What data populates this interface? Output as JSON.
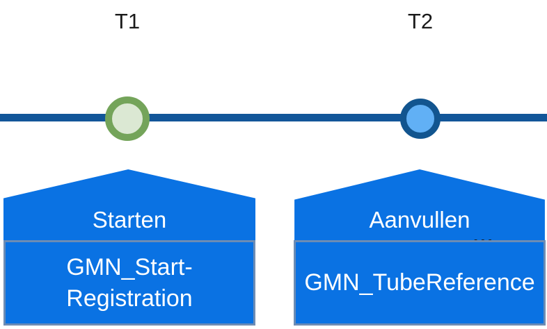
{
  "diagram": {
    "type": "timeline",
    "background_color": "#ffffff",
    "timeline": {
      "name": "registration-timeline",
      "line_color": "#125699"
    },
    "milestones": [
      {
        "id": "t1",
        "label": "T1",
        "marker_style": "green-ring-circle",
        "ring_color": "#74a45a",
        "fill_color": "#dbe8d3"
      },
      {
        "id": "t2",
        "label": "T2",
        "marker_style": "blue-ring-circle",
        "ring_color": "#12558f",
        "fill_color": "#61b0f5"
      }
    ],
    "documents": [
      {
        "id": "doc-start",
        "action_label": "Starten",
        "ellipsis": "",
        "message_label": "GMN_Start-Registration",
        "fill_color": "#0a72e3",
        "border_color": "#6d8cb4",
        "text_color": "#ffffff"
      },
      {
        "id": "doc-aanvullen",
        "action_label": "Aanvullen",
        "ellipsis": "...",
        "message_label": "GMN_TubeReference",
        "fill_color": "#0a72e3",
        "border_color": "#6d8cb4",
        "text_color": "#ffffff"
      }
    ]
  }
}
